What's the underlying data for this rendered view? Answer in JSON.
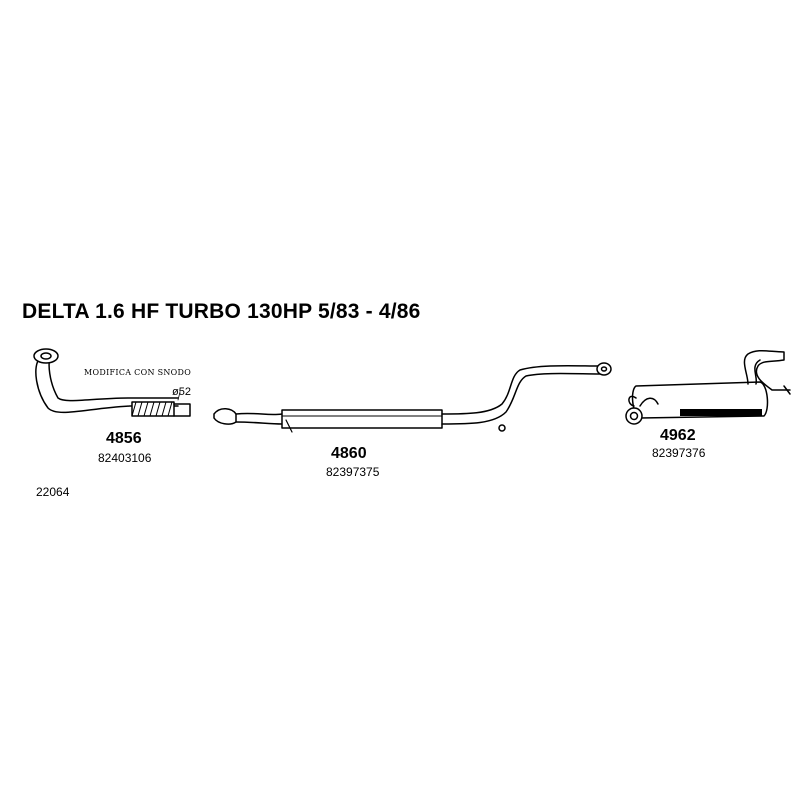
{
  "title": "DELTA 1.6 HF TURBO 130HP  5/83 - 4/86",
  "reference": "22064",
  "note": "MODIFICA CON SNODO",
  "diameter_label": "ø52",
  "parts": [
    {
      "code": "4856",
      "ref": "82403106"
    },
    {
      "code": "4860",
      "ref": "82397375"
    },
    {
      "code": "4962",
      "ref": "82397376"
    }
  ]
}
